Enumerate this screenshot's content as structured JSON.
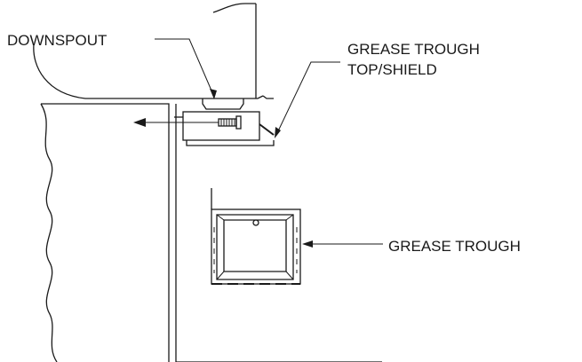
{
  "labels": {
    "downspout": "DOWNSPOUT",
    "grease_trough_top_line1": "GREASE TROUGH",
    "grease_trough_top_line2": "TOP/SHIELD",
    "grease_trough": "GREASE TROUGH"
  }
}
